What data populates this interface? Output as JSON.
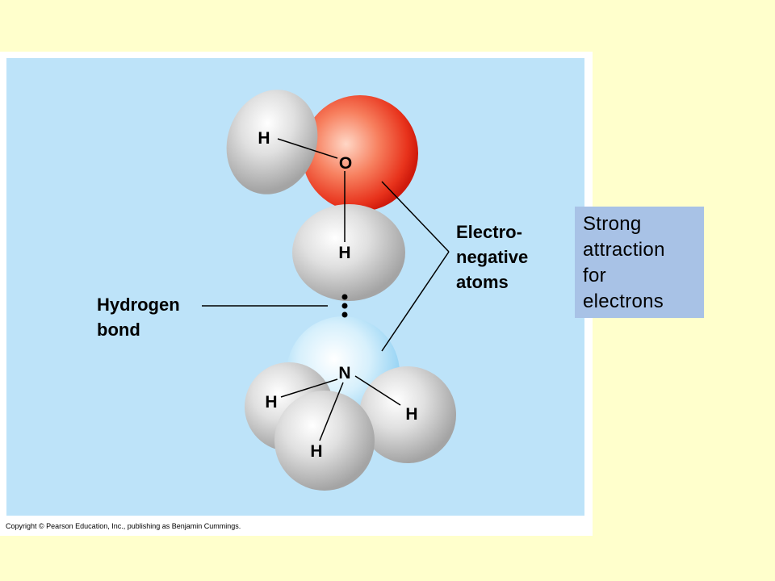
{
  "molecule": {
    "water_atoms": {
      "h_top": "H",
      "o": "O",
      "h_bottom": "H"
    },
    "ammonia_atoms": {
      "n": "N",
      "h_left": "H",
      "h_right": "H",
      "h_front": "H"
    }
  },
  "labels": {
    "electronegative": [
      "Electro-",
      "negative",
      "atoms"
    ],
    "hydrogen_bond": [
      "Hydrogen",
      "bond"
    ]
  },
  "callout": {
    "lines": [
      "Strong",
      "attraction",
      "for",
      "electrons"
    ]
  },
  "copyright": "Copyright © Pearson Education, Inc., publishing as Benjamin Cummings.",
  "colors": {
    "background": "#ffffcc",
    "panel": "#bde3f9",
    "oxygen": "#e8331c",
    "nitrogen": "#a9dcf7",
    "hydrogen": "#b8b8b8",
    "callout": "#a8c2e6"
  }
}
